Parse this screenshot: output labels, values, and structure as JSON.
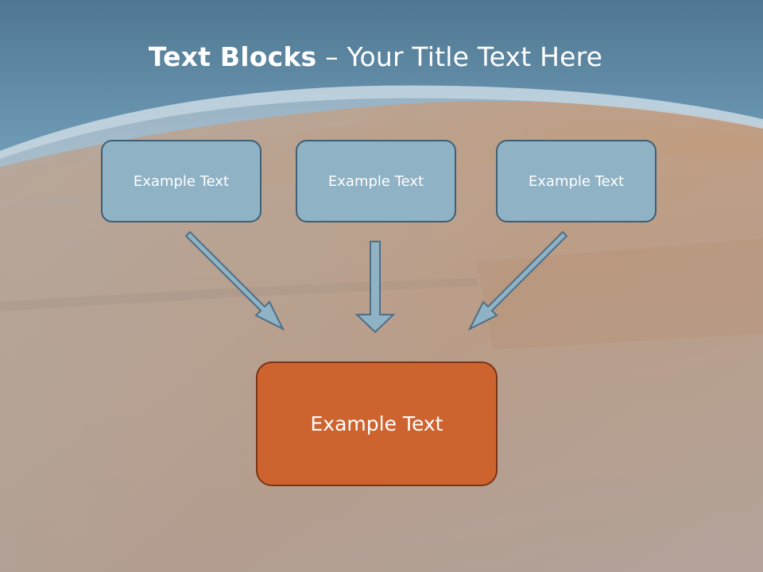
{
  "slide": {
    "title_bold": "Text Blocks",
    "title_rest": " – Your Title Text Here",
    "top_boxes": [
      "Example Text",
      "Example Text",
      "Example Text"
    ],
    "main_box": "Example Text"
  },
  "colors": {
    "header_blue": "#5f8aa3",
    "box_blue": "#8fb2c5",
    "box_orange": "#cd6430",
    "arrow_fill": "#8fb2c5",
    "arrow_stroke": "#4f6f84"
  }
}
